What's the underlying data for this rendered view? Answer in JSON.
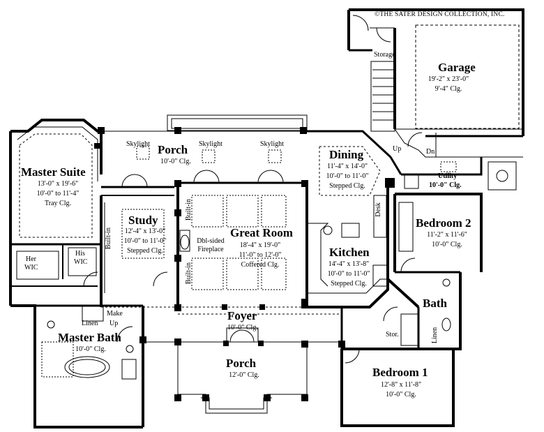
{
  "copyright": "©THE SATER DESIGN COLLECTION, INC.",
  "rooms": {
    "garage": {
      "name": "Garage",
      "size": "19'-2\" x 23'-0\"",
      "clg": "9'-4\" Clg."
    },
    "storage": "Storage",
    "up": "Up",
    "dn": "Dn",
    "master_suite": {
      "name": "Master Suite",
      "size": "13'-0\" x 19'-6\"",
      "clg": "10'-0\" to 11'-4\"",
      "note": "Tray Clg."
    },
    "porch_top": {
      "name": "Porch",
      "clg": "10'-0\" Clg."
    },
    "skylights": [
      "Skylight",
      "Skylight",
      "Skylight"
    ],
    "dining": {
      "name": "Dining",
      "size": "11'-4\" x 14'-0\"",
      "clg": "10'-0\" to 11'-0\"",
      "note": "Stepped Clg."
    },
    "utility": {
      "name": "Utility",
      "clg": "10'-0\" Clg."
    },
    "study": {
      "name": "Study",
      "size": "12'-4\" x 13'-0\"",
      "clg": "10'-0\" to 11'-0\"",
      "note": "Stepped Clg."
    },
    "great_room": {
      "name": "Great Room",
      "size": "18'-4\" x 19'-0\"",
      "clg": "11'-0\" to 12'-0\"",
      "note": "Coffered Clg."
    },
    "fireplace": [
      "Dbl-sided",
      "Fireplace"
    ],
    "built_in": "Built-in",
    "desk": "Desk",
    "kitchen": {
      "name": "Kitchen",
      "size": "14'-4\" x 13'-8\"",
      "clg": "10'-0\" to 11'-0\"",
      "note": "Stepped Clg."
    },
    "bedroom2": {
      "name": "Bedroom 2",
      "size": "11'-2\" x 11'-6\"",
      "clg": "10'-0\" Clg."
    },
    "her_wic": [
      "Her",
      "WIC"
    ],
    "his_wic": [
      "His",
      "WIC"
    ],
    "linen": "Linen",
    "make_up": [
      "Make",
      "Up"
    ],
    "master_bath": {
      "name": "Master Bath",
      "clg": "10'-0\" Clg."
    },
    "foyer": {
      "name": "Foyer",
      "clg": "10'-0\" Clg."
    },
    "bath": "Bath",
    "stor": "Stor.",
    "porch_bottom": {
      "name": "Porch",
      "clg": "12'-0\" Clg."
    },
    "bedroom1": {
      "name": "Bedroom 1",
      "size": "12'-8\" x 11'-8\"",
      "clg": "10'-0\" Clg."
    }
  }
}
